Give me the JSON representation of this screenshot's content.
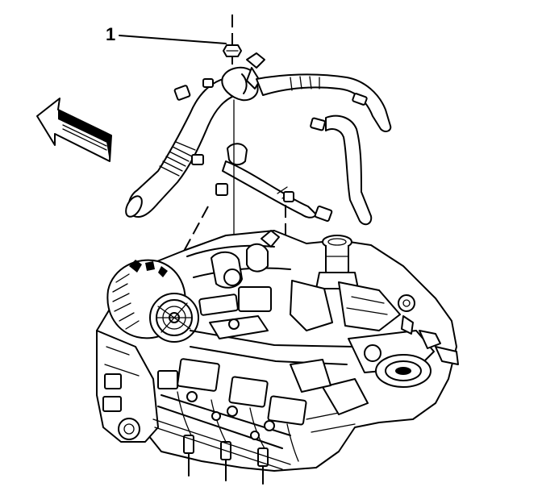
{
  "callouts": [
    {
      "number": "1",
      "target": "harness-retaining-nut"
    }
  ],
  "direction_arrow": {
    "icon": "front-direction-arrow-icon",
    "points": "forward"
  },
  "colors": {
    "line": "#000000",
    "background": "#ffffff"
  }
}
